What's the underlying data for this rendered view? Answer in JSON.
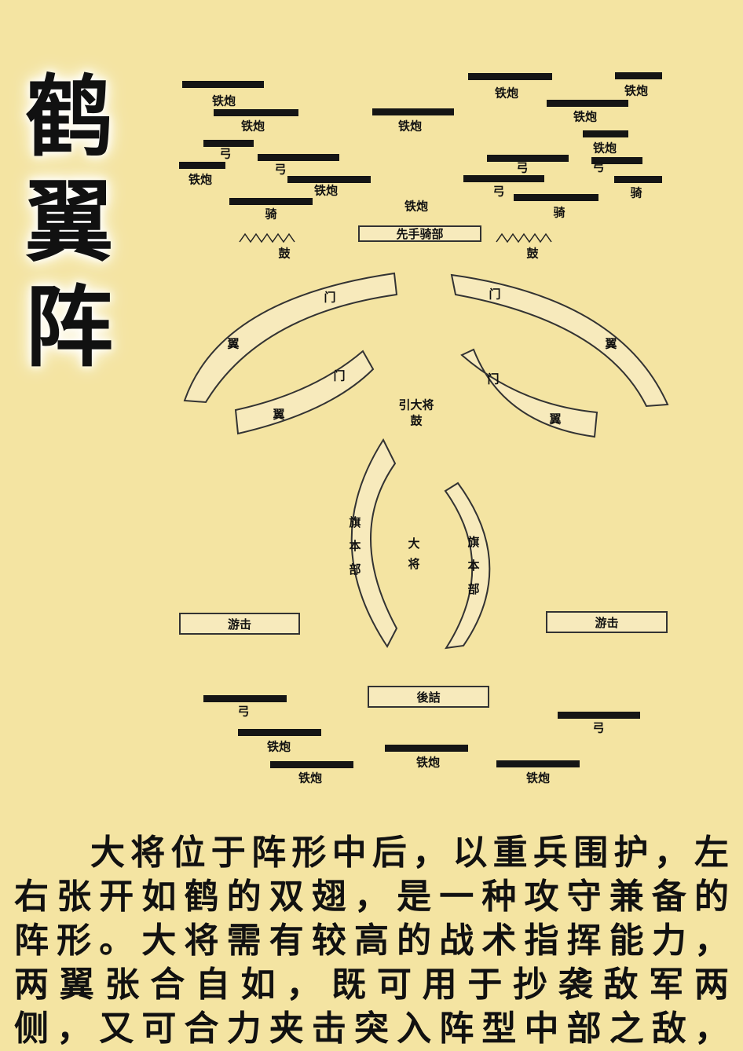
{
  "title": "鹤翼阵",
  "labels": {
    "gun": "铁炮",
    "bow": "弓",
    "cavalry": "骑",
    "drum": "鼓",
    "vanguard": "先手骑部",
    "wing": "翼",
    "gate": "门",
    "general_drum_top": "引大将",
    "general_drum_bottom": "鼓",
    "guard": "旗本部",
    "general": "大将",
    "flank": "游击",
    "rear": "後詰"
  },
  "paragraph": [
    "大将位于阵形中后，以重兵围护，左",
    "右张开如鹤的双翅，是一种攻守兼备的",
    "阵形。大将需有较高的战术指挥能力，",
    "两翼张合自如，既可用于抄袭敌军两",
    "侧，又可合力夹击突入阵型中部之敌，"
  ]
}
